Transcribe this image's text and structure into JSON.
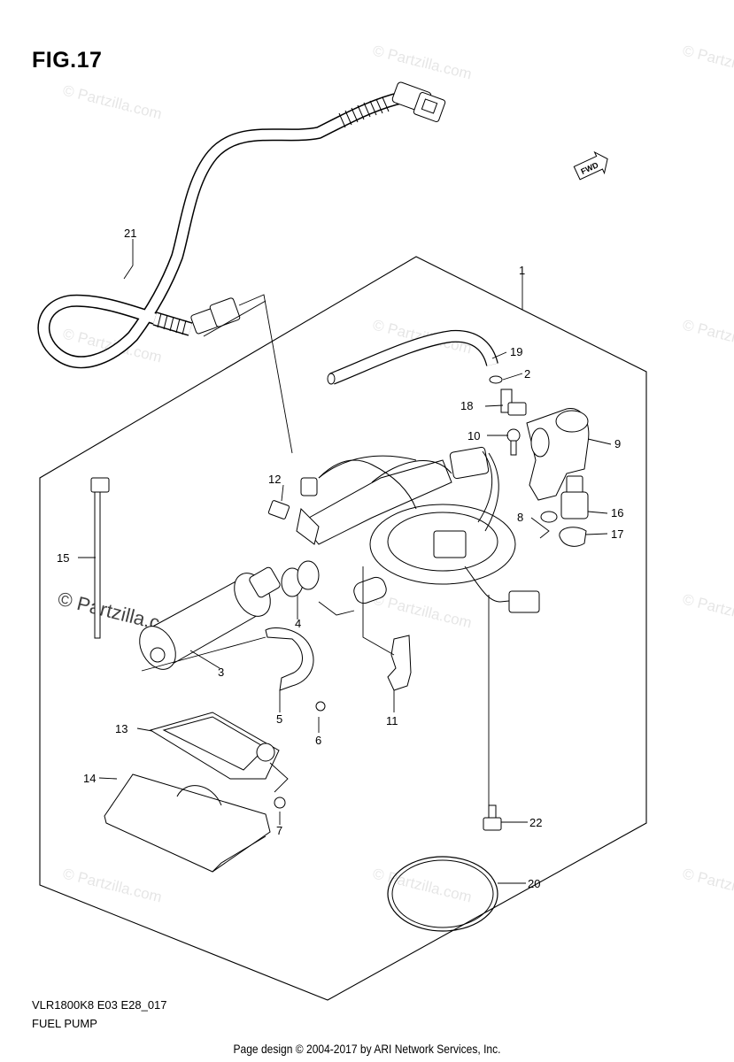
{
  "figure": {
    "title": "FIG.17",
    "code": "VLR1800K8 E03 E28_017",
    "name": "FUEL PUMP"
  },
  "direction_badge": "FWD",
  "callouts": [
    "1",
    "2",
    "3",
    "4",
    "5",
    "6",
    "7",
    "8",
    "9",
    "10",
    "11",
    "12",
    "13",
    "14",
    "15",
    "16",
    "17",
    "18",
    "19",
    "20",
    "21",
    "22"
  ],
  "watermarks": {
    "text": "© Partzilla.com",
    "prominent_text": "© Partzilla.com"
  },
  "footer": {
    "credit": "Page design © 2004-2017 by ARI Network Services, Inc."
  }
}
